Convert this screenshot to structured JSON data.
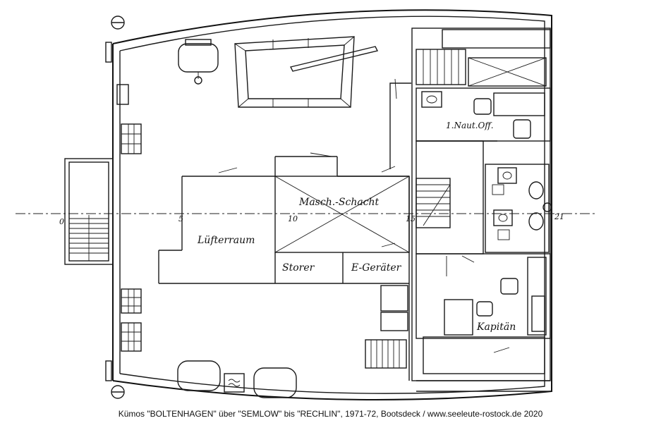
{
  "rooms": {
    "luefterraum": "Lüfterraum",
    "masch_schacht": "Masch.-Schacht",
    "storer": "Storer",
    "e_geraeter": "E-Geräter",
    "noaut_off": "1.Naut.Off.",
    "kapitaen": "Kapitän"
  },
  "frame_numbers": [
    "0",
    "5",
    "10",
    "15",
    "21"
  ],
  "caption": "Kümos \"BOLTENHAGEN\" über \"SEMLOW\" bis \"RECHLIN\", 1971-72, Bootsdeck / www.seeleute-rostock.de 2020"
}
